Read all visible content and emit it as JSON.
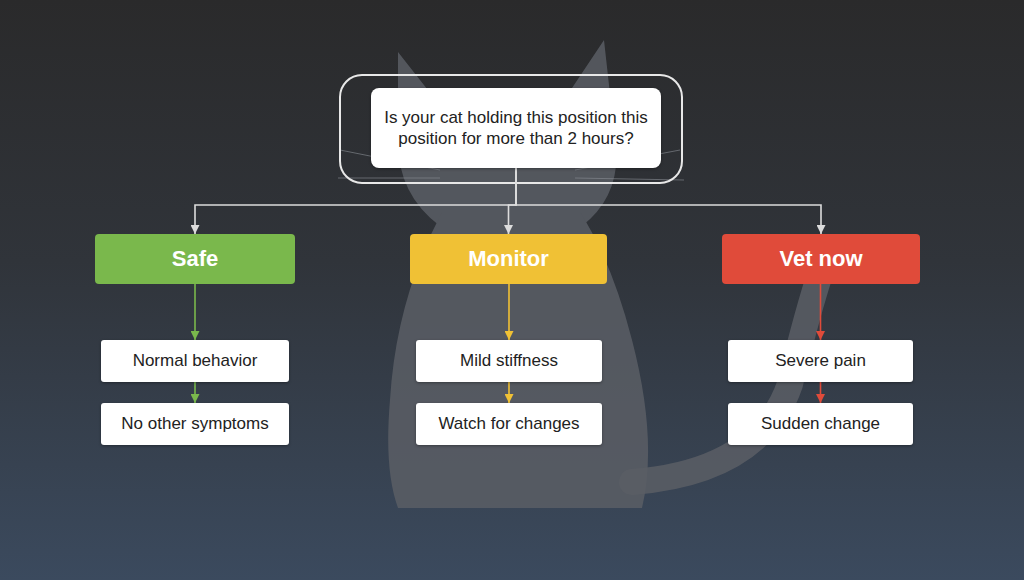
{
  "diagram": {
    "nodes": [
      {
        "text": [
          "Is your cat holding this position this position for more than 2 hours?"
        ]
      },
      {
        "text": [
          "Safe"
        ]
      },
      {
        "text": [
          "Monitor"
        ]
      },
      {
        "text": [
          "Vet now"
        ]
      },
      {
        "text": [
          "Normal behavior"
        ]
      },
      {
        "text": [
          "No other symptoms"
        ]
      },
      {
        "text": [
          "Mild stiffness"
        ]
      },
      {
        "text": [
          "Watch for changes"
        ]
      },
      {
        "text": [
          "Severe pain"
        ]
      },
      {
        "text": [
          "Sudden change"
        ]
      }
    ],
    "edges": [
      {
        "from": 0,
        "to": 1,
        "arrow": "to"
      },
      {
        "from": 0,
        "to": 2,
        "arrow": "to"
      },
      {
        "from": 0,
        "to": 3,
        "arrow": "to"
      },
      {
        "from": 1,
        "to": 4,
        "arrow": "to"
      },
      {
        "from": 4,
        "to": 5,
        "arrow": "to"
      },
      {
        "from": 2,
        "to": 6,
        "arrow": "to"
      },
      {
        "from": 6,
        "to": 7,
        "arrow": "to"
      },
      {
        "from": 3,
        "to": 8,
        "arrow": "to"
      },
      {
        "from": 8,
        "to": 9,
        "arrow": "to"
      }
    ]
  }
}
